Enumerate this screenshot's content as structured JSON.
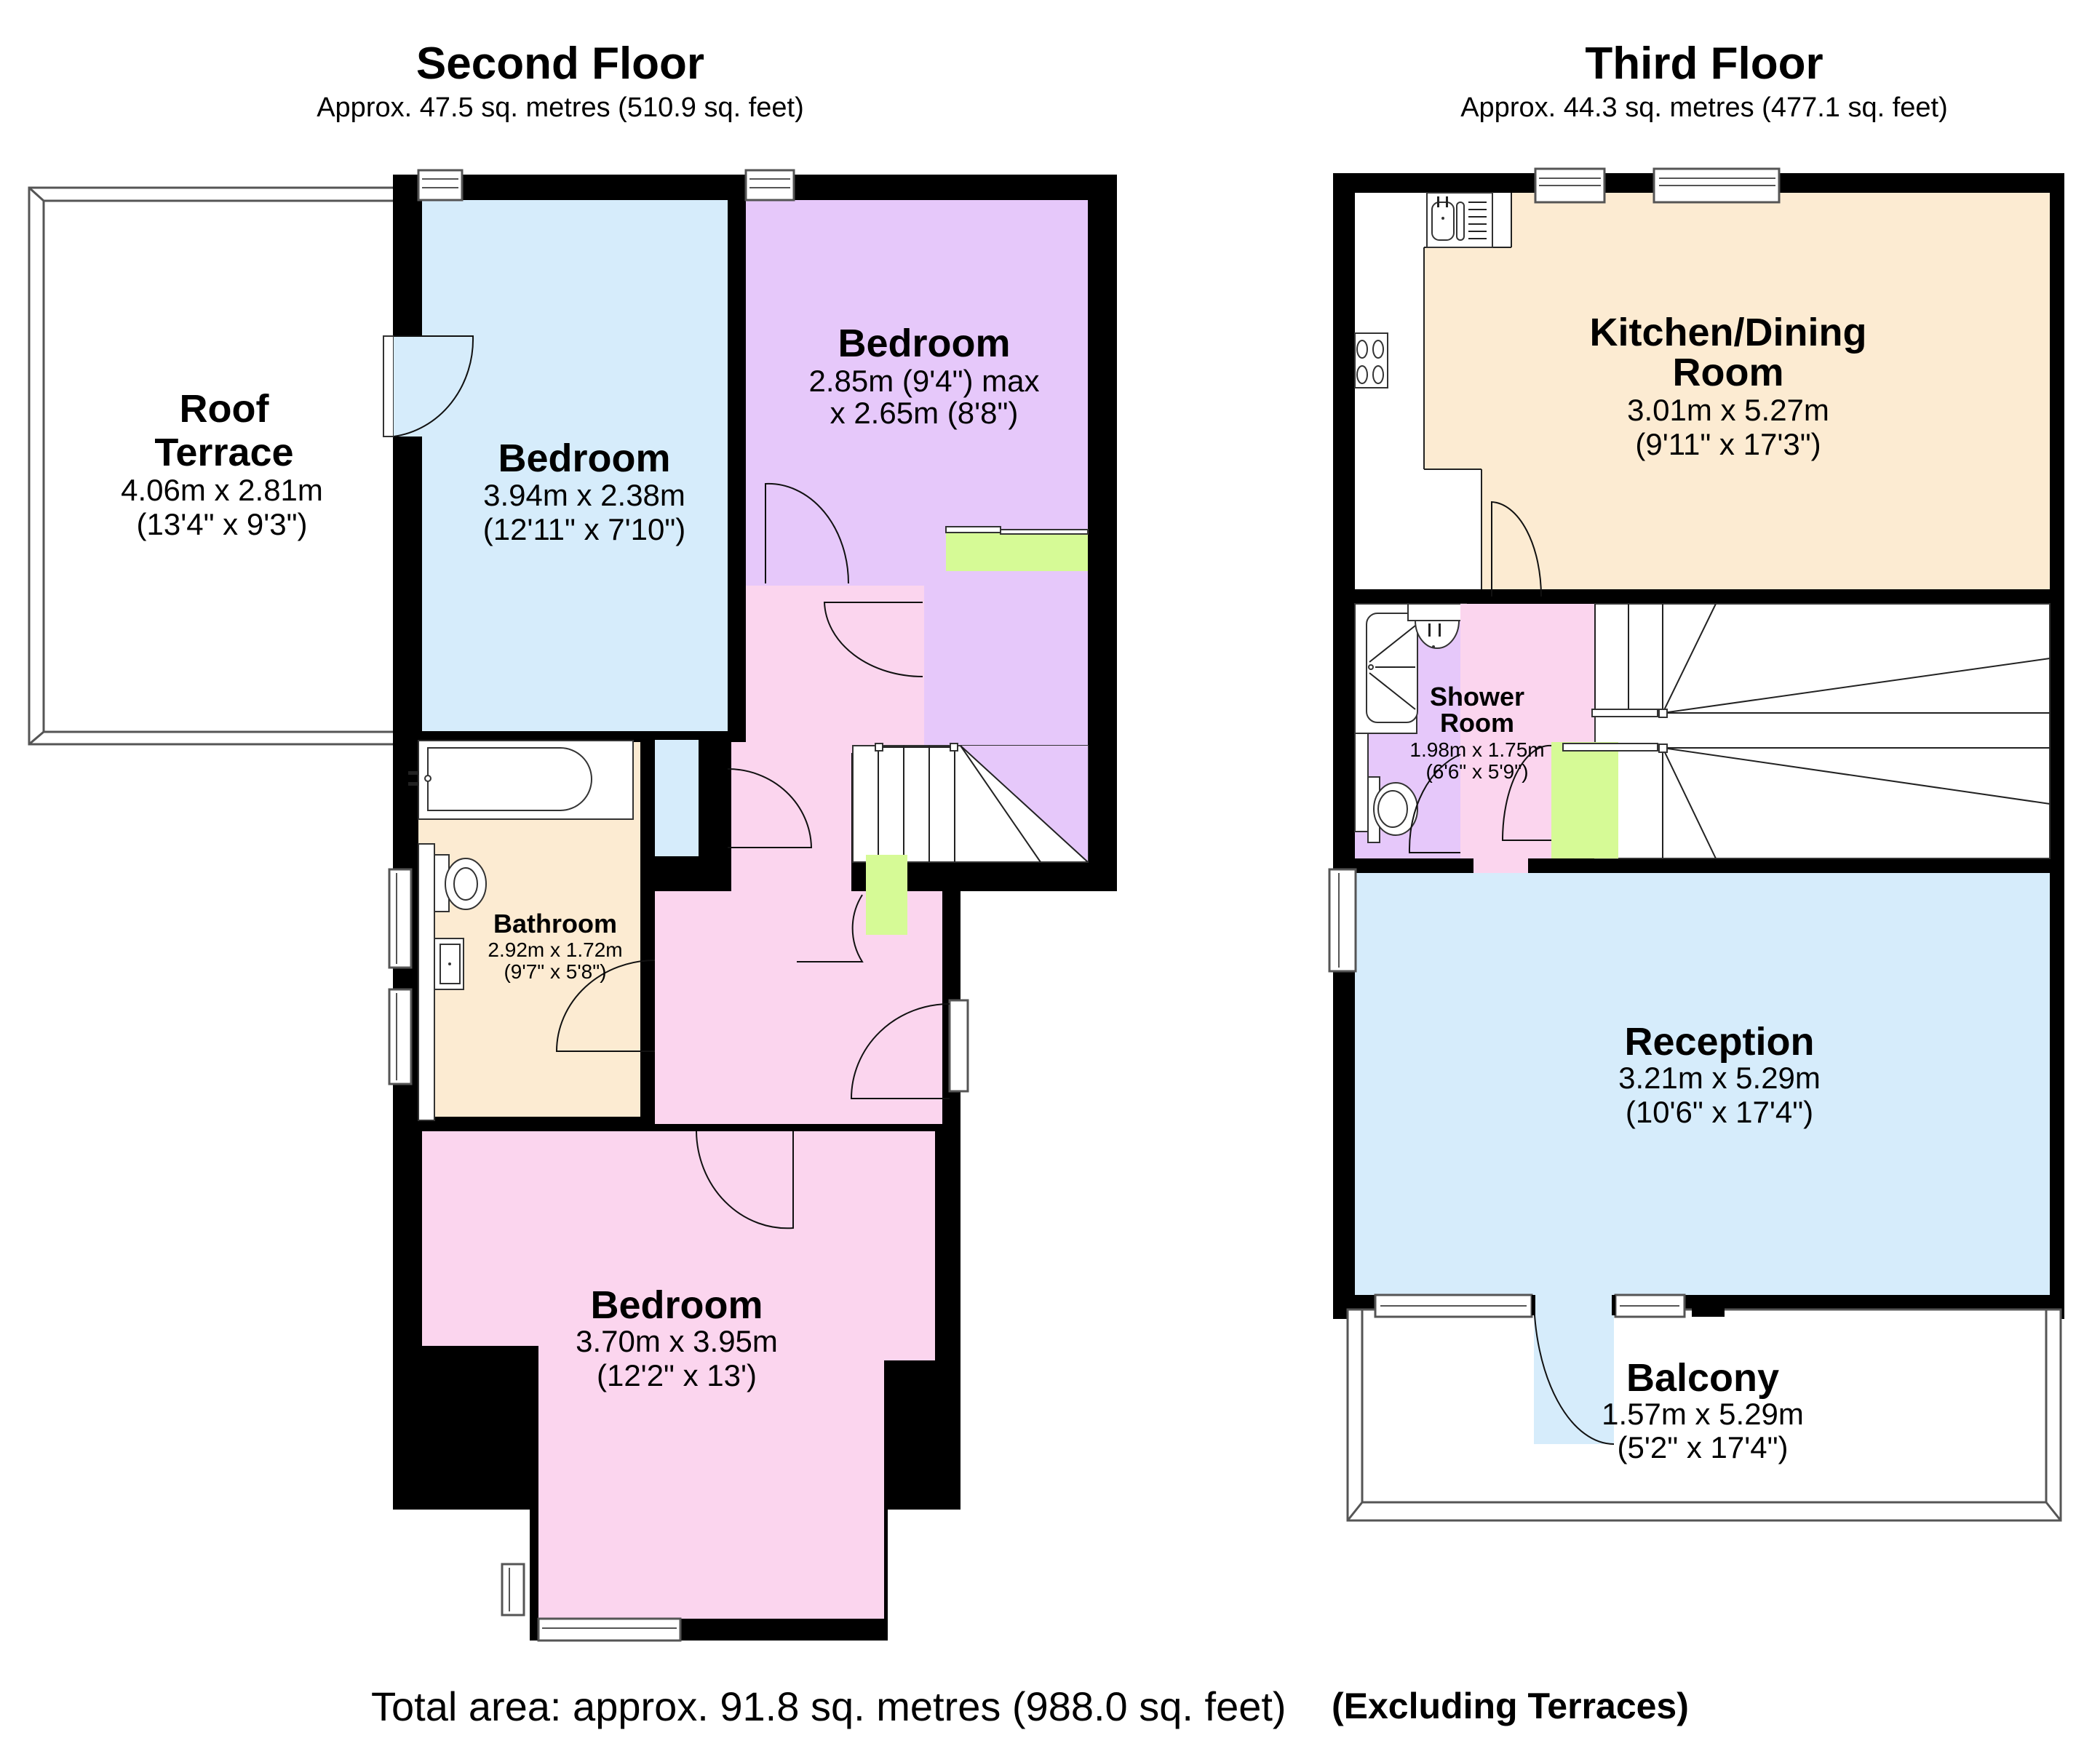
{
  "colors": {
    "wall": "#000000",
    "blue_room": "#d6ecfb",
    "lilac_room": "#e6c8fa",
    "pink_room": "#fbd5ee",
    "cream_room": "#fcebd2",
    "green_cupboard": "#d6fa96",
    "terrace": "#ffffff"
  },
  "second_floor": {
    "title": "Second Floor",
    "area": "Approx. 47.5 sq. metres (510.9 sq. feet)",
    "rooms": [
      {
        "name_line1": "Roof",
        "name_line2": "Terrace",
        "dim_m": "4.06m x 2.81m",
        "dim_ft": "(13'4\" x 9'3\")"
      },
      {
        "name": "Bedroom",
        "dim_m": "3.94m x 2.38m",
        "dim_ft": "(12'11\" x 7'10\")"
      },
      {
        "name": "Bedroom",
        "dim_m": "2.85m (9'4\") max",
        "dim_ft": "x 2.65m (8'8\")"
      },
      {
        "name": "Bathroom",
        "dim_m": "2.92m x 1.72m",
        "dim_ft": "(9'7\" x 5'8\")"
      },
      {
        "name": "Bedroom",
        "dim_m": "3.70m x 3.95m",
        "dim_ft": "(12'2\" x 13')"
      }
    ]
  },
  "third_floor": {
    "title": "Third Floor",
    "area": "Approx. 44.3 sq. metres (477.1 sq. feet)",
    "rooms": [
      {
        "name_line1": "Kitchen/Dining",
        "name_line2": "Room",
        "dim_m": "3.01m x 5.27m",
        "dim_ft": "(9'11\" x 17'3\")"
      },
      {
        "name_line1": "Shower",
        "name_line2": "Room",
        "dim_m": "1.98m x 1.75m",
        "dim_ft": "(6'6\" x 5'9\")"
      },
      {
        "name": "Reception",
        "dim_m": "3.21m x 5.29m",
        "dim_ft": "(10'6\" x 17'4\")"
      },
      {
        "name": "Balcony",
        "dim_m": "1.57m x 5.29m",
        "dim_ft": "(5'2\" x 17'4\")"
      }
    ]
  },
  "footer": {
    "total": "Total area: approx. 91.8 sq. metres (988.0 sq. feet)",
    "note": "(Excluding Terraces)"
  },
  "icons": [
    "door-swing-icon",
    "window-icon",
    "stairs-icon",
    "bath-icon",
    "toilet-icon",
    "basin-icon",
    "sink-icon",
    "hob-icon",
    "shower-tray-icon"
  ]
}
